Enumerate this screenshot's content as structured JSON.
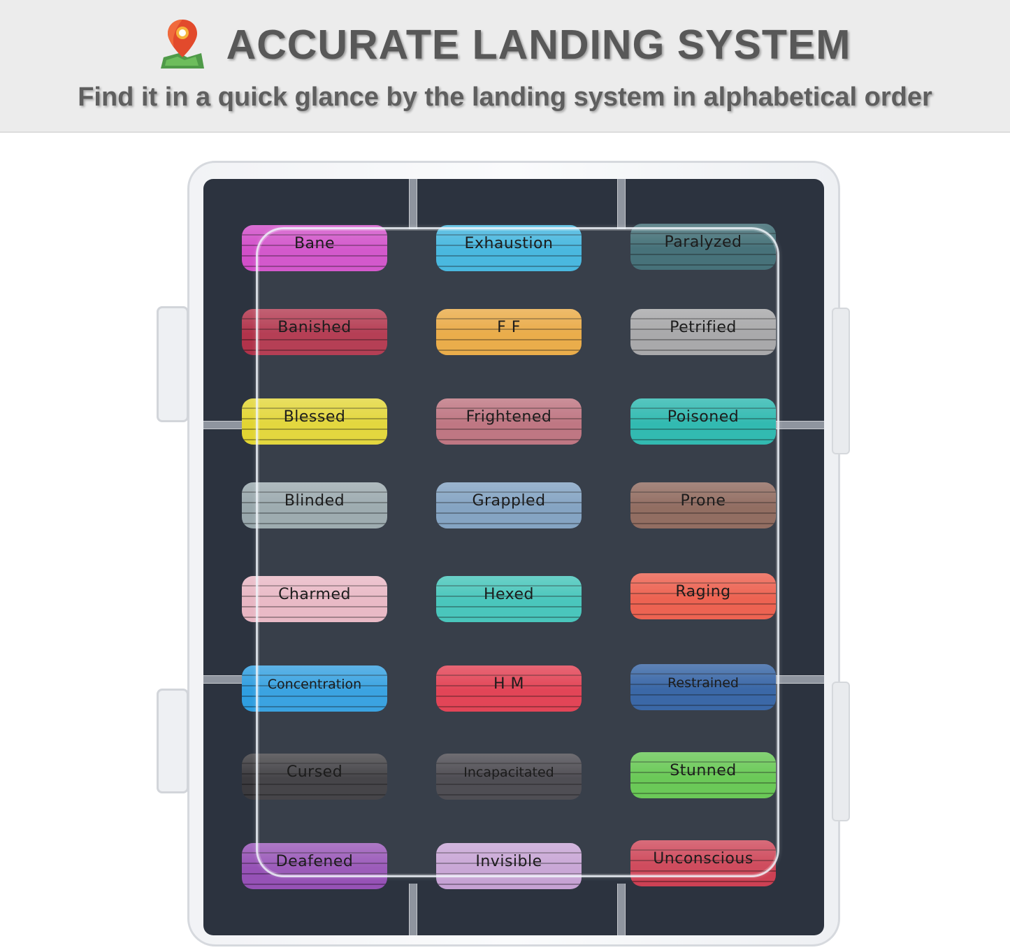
{
  "header": {
    "title": "ACCURATE LANDING SYSTEM",
    "subtitle": "Find it in a quick glance by the landing system in alphabetical order",
    "icon": "map-pin-icon"
  },
  "colors": {
    "banner_bg": "#ececec",
    "title_text": "#585858",
    "tray_bg": "#2c333f"
  },
  "tokens": [
    {
      "label": "Bane",
      "color": "#d14fc9"
    },
    {
      "label": "Exhaustion",
      "color": "#3fb4de"
    },
    {
      "label": "Paralyzed",
      "color": "#3c6a72"
    },
    {
      "label": "Banished",
      "color": "#b1334b"
    },
    {
      "label": "F F",
      "color": "#e9a840"
    },
    {
      "label": "Petrified",
      "color": "#a4a4a6"
    },
    {
      "label": "Blessed",
      "color": "#e2d533"
    },
    {
      "label": "Frightened",
      "color": "#bc6f7c"
    },
    {
      "label": "Poisoned",
      "color": "#26b6ad"
    },
    {
      "label": "Blinded",
      "color": "#98a7ac"
    },
    {
      "label": "Grappled",
      "color": "#7e9fc0"
    },
    {
      "label": "Prone",
      "color": "#8c6559"
    },
    {
      "label": "Charmed",
      "color": "#e8b6c3"
    },
    {
      "label": "Hexed",
      "color": "#3fc3b8"
    },
    {
      "label": "Raging",
      "color": "#ec5a48"
    },
    {
      "label": "Concentration",
      "color": "#2f9ee0"
    },
    {
      "label": "H M",
      "color": "#e13a4d"
    },
    {
      "label": "Restrained",
      "color": "#2f5fa2"
    },
    {
      "label": "Cursed",
      "color": "#3b3a3e"
    },
    {
      "label": "Incapacitated",
      "color": "#45434a"
    },
    {
      "label": "Stunned",
      "color": "#62c64e"
    },
    {
      "label": "Deafened",
      "color": "#9652b6"
    },
    {
      "label": "Invisible",
      "color": "#c6a2d4"
    },
    {
      "label": "Unconscious",
      "color": "#cd4154"
    }
  ]
}
